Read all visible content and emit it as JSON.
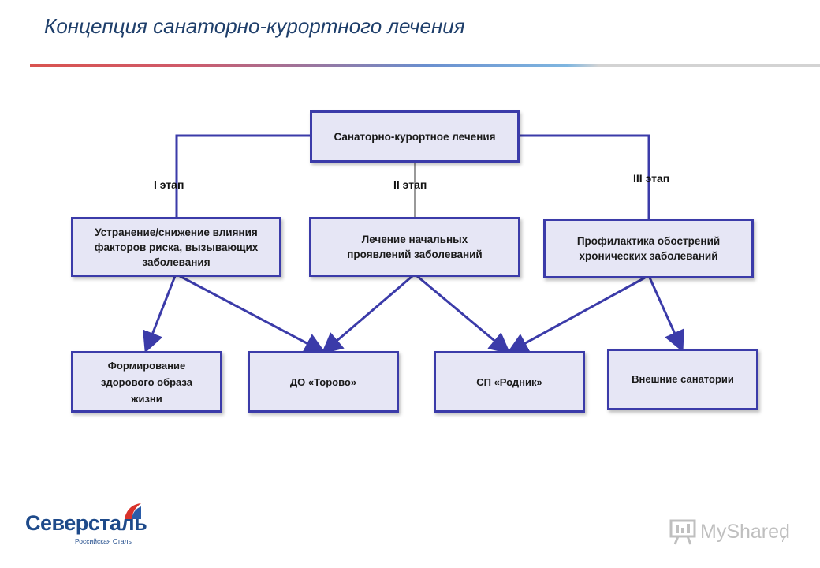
{
  "slide": {
    "title": "Концепция санаторно-курортного лечения",
    "page_number": "7"
  },
  "diagram": {
    "root": "Санаторно-курортное лечения",
    "stages": [
      "I этап",
      "II этап",
      "III этап"
    ],
    "stage_boxes": [
      "Устранение/снижение влияния факторов риска, вызывающих заболевания",
      "Лечение начальных проявлений заболеваний",
      "Профилактика обострений хронических заболеваний"
    ],
    "targets": [
      "Формирование здорового образа жизни",
      "ДО «Торово»",
      "СП «Родник»",
      "Внешние санатории"
    ],
    "colors": {
      "box_fill": "#e6e6f5",
      "box_border": "#3b3ba9",
      "connector": "#3b3ba9"
    }
  },
  "branding": {
    "logo_name": "Северсталь",
    "logo_sub": "Российская Сталь",
    "watermark": "MyShared"
  }
}
